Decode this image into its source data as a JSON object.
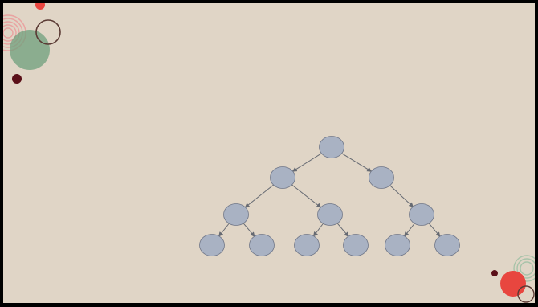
{
  "slide": {
    "background": "#e0d5c6",
    "border": "#000000"
  },
  "tree": {
    "node_fill": "#a9b2c3",
    "node_stroke": "#6f7688",
    "edge_color": "#666a72",
    "levels": [
      1,
      2,
      3,
      6
    ],
    "edges": [
      [
        "root",
        "l1a"
      ],
      [
        "root",
        "l1b"
      ],
      [
        "l1a",
        "l2a"
      ],
      [
        "l1a",
        "l2b"
      ],
      [
        "l1b",
        "l2c"
      ],
      [
        "l2a",
        "l3a"
      ],
      [
        "l2a",
        "l3b"
      ],
      [
        "l2b",
        "l3c"
      ],
      [
        "l2b",
        "l3d"
      ],
      [
        "l2c",
        "l3e"
      ],
      [
        "l2c",
        "l3f"
      ]
    ]
  },
  "decorations": {
    "colors": {
      "red": "#e8463f",
      "pink_rings": "#e9a3a1",
      "green": "#6f9f7c",
      "dark_ring": "#5a3a34",
      "maroon": "#5a0f18",
      "light_green_rings": "#a8c3a9"
    }
  }
}
